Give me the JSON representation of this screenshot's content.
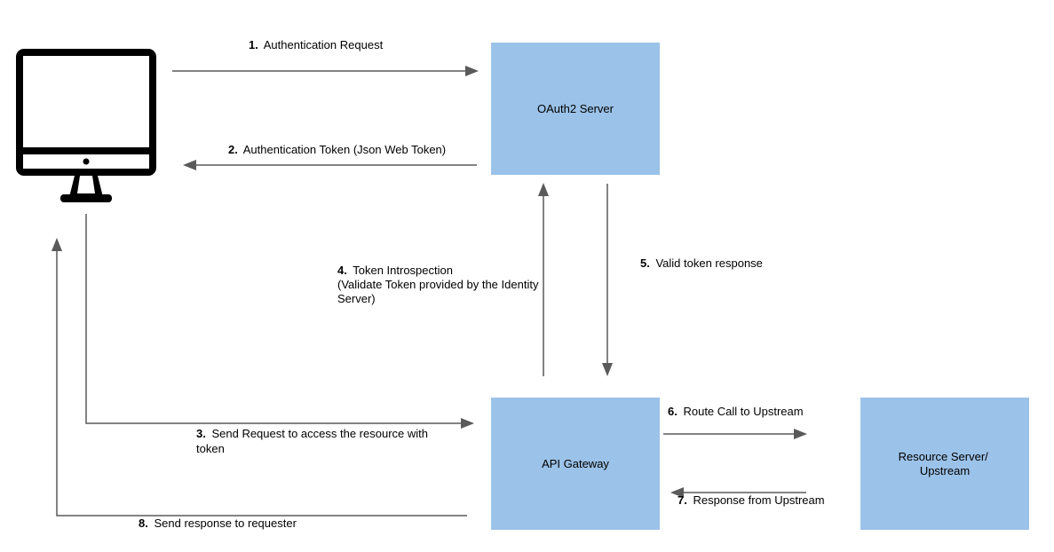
{
  "nodes": {
    "client": {
      "icon": "computer-monitor-icon"
    },
    "oauth2_server": {
      "label": "OAuth2 Server"
    },
    "api_gateway": {
      "label": "API Gateway"
    },
    "resource_server": {
      "label_line1": "Resource Server/",
      "label_line2": "Upstream"
    }
  },
  "edges": {
    "step1": {
      "number": "1.",
      "text": "Authentication Request"
    },
    "step2": {
      "number": "2.",
      "text": "Authentication Token (Json Web Token)"
    },
    "step3": {
      "number": "3.",
      "text_line1": "Send Request to access the resource with",
      "text_line2": "token"
    },
    "step4": {
      "number": "4.",
      "text_line1": "Token Introspection",
      "text_line2": "(Validate Token provided by the Identity",
      "text_line3": "Server)"
    },
    "step5": {
      "number": "5.",
      "text": "Valid token response"
    },
    "step6": {
      "number": "6.",
      "text": "Route Call to Upstream"
    },
    "step7": {
      "number": "7.",
      "text": "Response from Upstream"
    },
    "step8": {
      "number": "8.",
      "text": "Send response to requester"
    }
  },
  "colors": {
    "node_fill": "#9bc2e8",
    "edge_stroke": "#5a5a5a",
    "icon": "#000000"
  }
}
